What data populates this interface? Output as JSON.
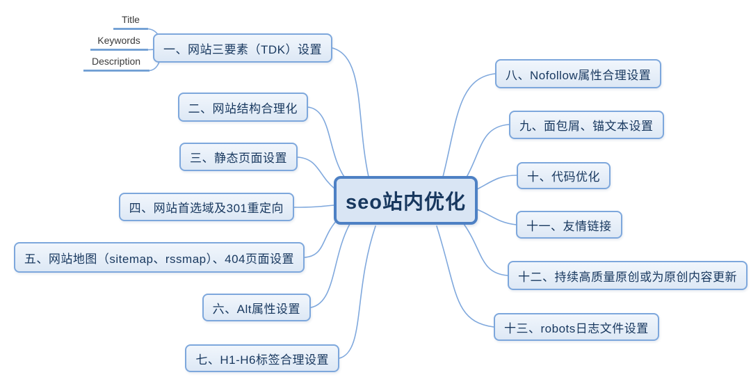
{
  "central": {
    "label": "seo站内优化"
  },
  "branches": {
    "left": [
      {
        "label": "一、网站三要素（TDK）设置"
      },
      {
        "label": "二、网站结构合理化"
      },
      {
        "label": "三、静态页面设置"
      },
      {
        "label": "四、网站首选域及301重定向"
      },
      {
        "label": "五、网站地图（sitemap、rssmap）、404页面设置"
      },
      {
        "label": "六、Alt属性设置"
      },
      {
        "label": "七、H1-H6标签合理设置"
      }
    ],
    "right": [
      {
        "label": "八、Nofollow属性合理设置"
      },
      {
        "label": "九、面包屑、锚文本设置"
      },
      {
        "label": "十、代码优化"
      },
      {
        "label": "十一、友情链接"
      },
      {
        "label": "十二、持续高质量原创或为原创内容更新"
      },
      {
        "label": "十三、robots日志文件设置"
      }
    ]
  },
  "leaves": [
    {
      "label": "Title"
    },
    {
      "label": "Keywords"
    },
    {
      "label": "Description"
    }
  ],
  "colors": {
    "node_border": "#7da7dc",
    "node_fill_top": "#f1f6fc",
    "node_fill_bottom": "#dde8f5",
    "node_text": "#17375e",
    "central_border": "#4d80c4",
    "central_fill": "#d9e5f4",
    "connector": "#7fa8dd",
    "leaf_line": "#6b9bd2",
    "leaf_text": "#3a3a3a",
    "canvas_bg": "#ffffff"
  }
}
